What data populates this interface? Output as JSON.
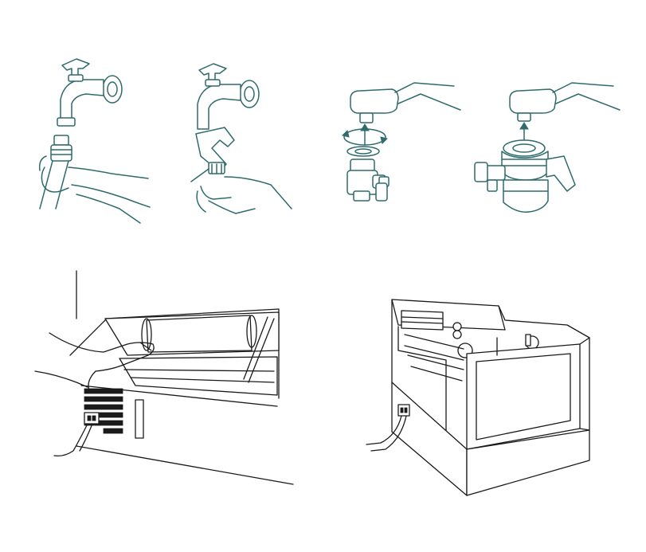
{
  "diagram": {
    "type": "instruction-illustrations",
    "panels": [
      {
        "id": "faucet-hose-removal",
        "icon": "faucet-hand-icon"
      },
      {
        "id": "faucet-wrench",
        "icon": "wrench-icon"
      },
      {
        "id": "adapter-rotate-attach",
        "icon": "rotate-arrows-icon"
      },
      {
        "id": "valve-attach",
        "icon": "valve-icon"
      },
      {
        "id": "open-front-panel",
        "icon": "appliance-open-icon"
      },
      {
        "id": "appliance-cutaway",
        "icon": "appliance-cutaway-icon"
      }
    ],
    "colors": {
      "line_teal": "#2f6b6b",
      "line_black": "#1a1a1a",
      "background": "#ffffff"
    }
  }
}
